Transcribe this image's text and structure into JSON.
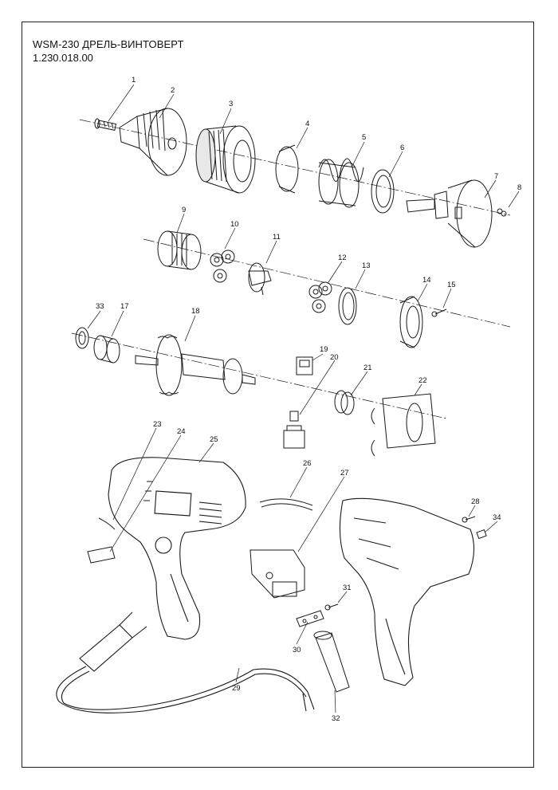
{
  "header": {
    "title": "WSM-230 ДРЕЛЬ-ВИНТОВЕРТ",
    "code": "1.230.018.00"
  },
  "callouts": [
    "1",
    "2",
    "3",
    "4",
    "5",
    "6",
    "7",
    "8",
    "9",
    "10",
    "11",
    "12",
    "13",
    "14",
    "15",
    "33",
    "17",
    "18",
    "19",
    "20",
    "21",
    "22",
    "23",
    "24",
    "25",
    "26",
    "27",
    "28",
    "34",
    "31",
    "30",
    "29",
    "32"
  ]
}
